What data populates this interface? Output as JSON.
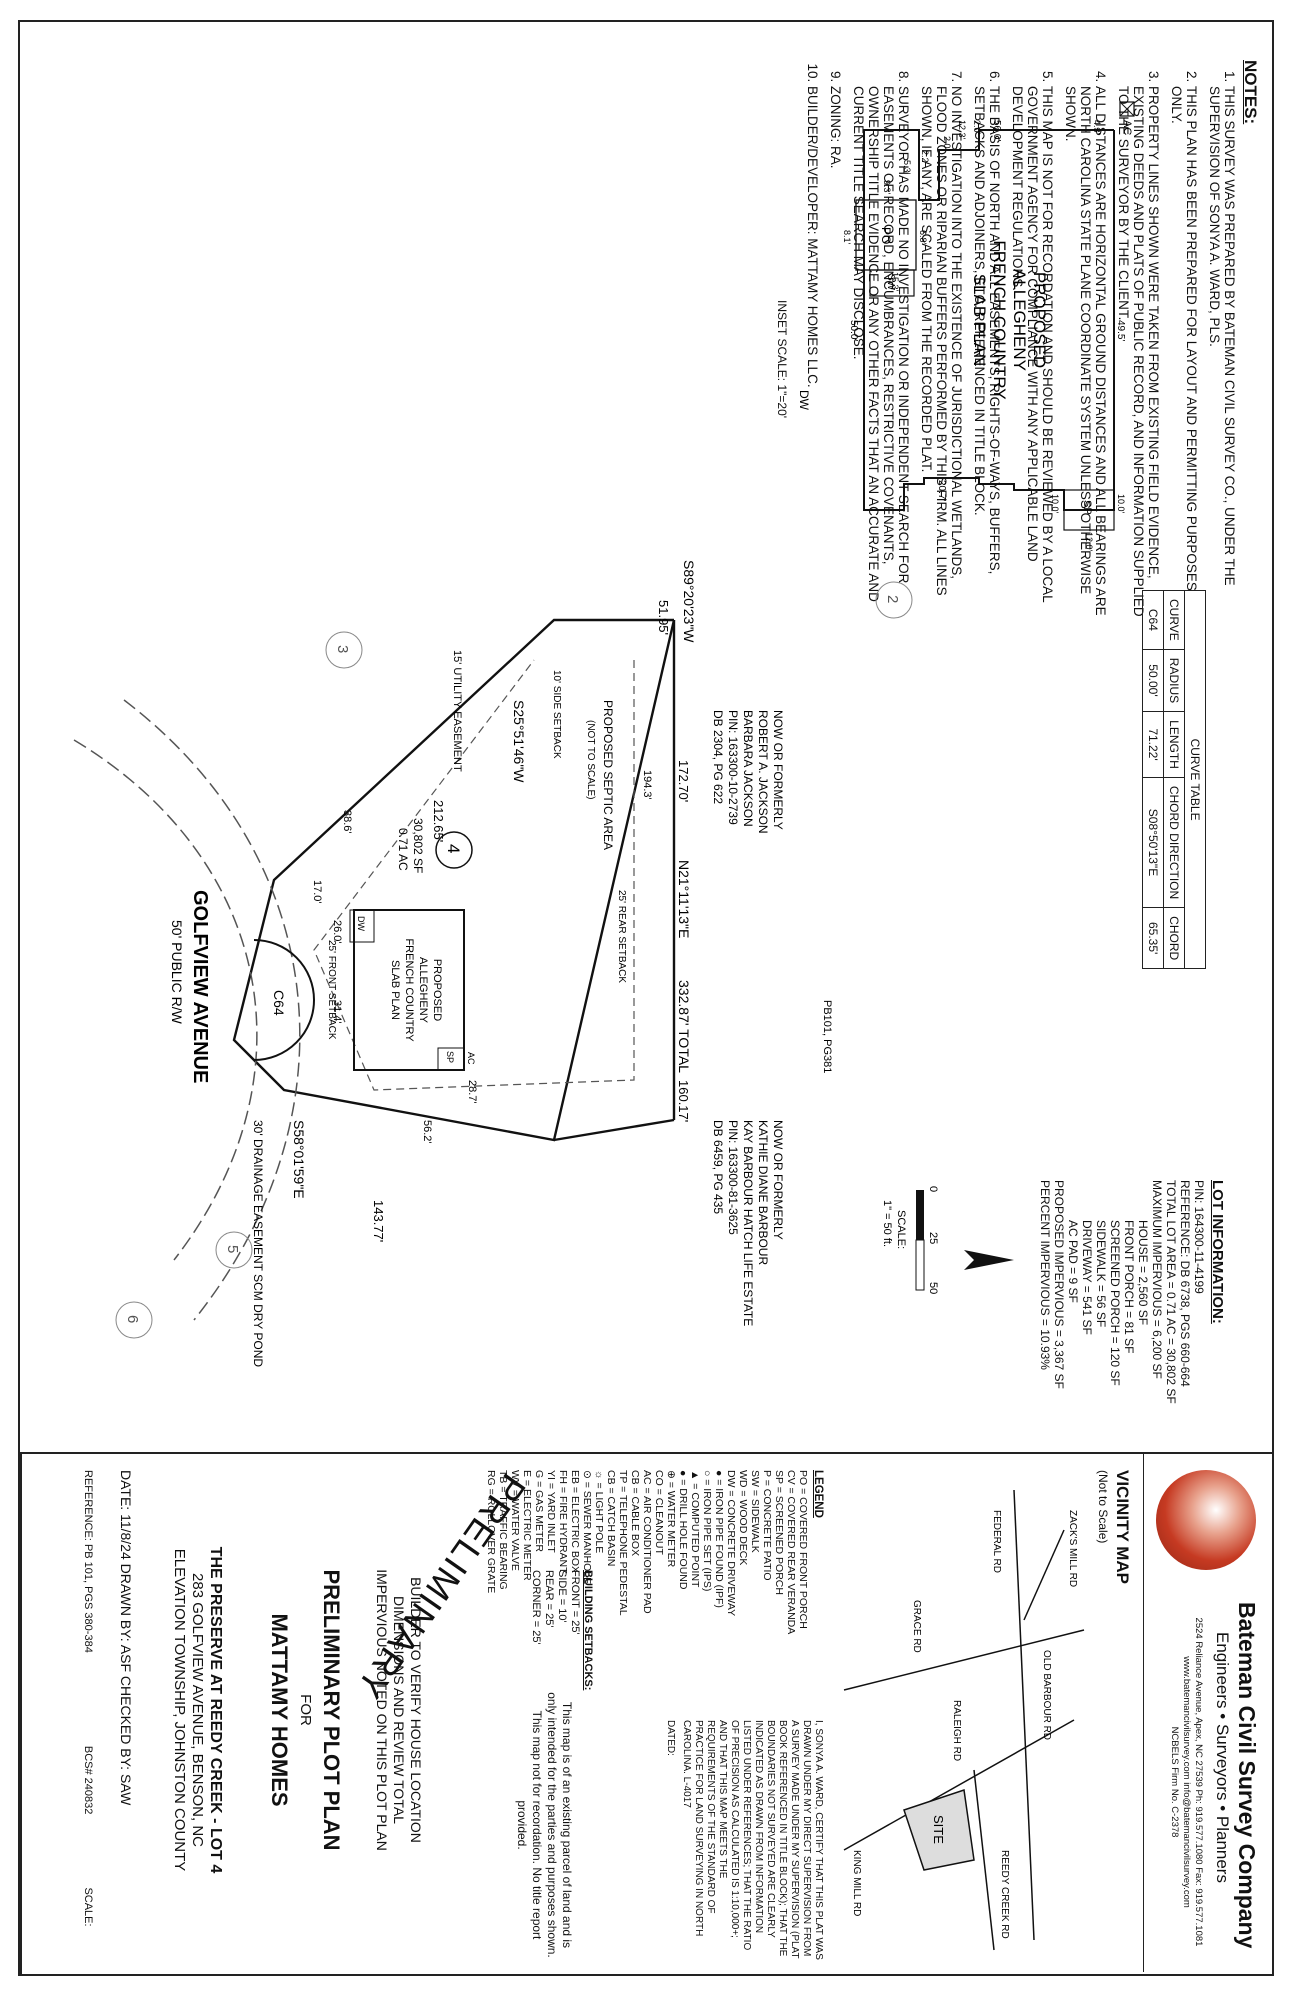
{
  "notes": {
    "title": "NOTES:",
    "items": [
      "THIS SURVEY WAS PREPARED BY BATEMAN CIVIL SURVEY CO., UNDER THE SUPERVISION OF SONYA A. WARD, PLS.",
      "THIS PLAN HAS BEEN PREPARED FOR LAYOUT AND PERMITTING PURPOSES ONLY.",
      "PROPERTY LINES SHOWN WERE TAKEN FROM EXISTING FIELD EVIDENCE, EXISTING DEEDS AND PLATS OF PUBLIC RECORD, AND INFORMATION SUPPLIED TO THE SURVEYOR BY THE CLIENT.",
      "ALL DISTANCES ARE HORIZONTAL GROUND DISTANCES AND ALL BEARINGS ARE NORTH CAROLINA STATE PLANE COORDINATE SYSTEM UNLESS OTHERWISE SHOWN.",
      "THIS MAP IS NOT FOR RECORDATION AND SHOULD BE REVIEWED BY A LOCAL GOVERNMENT AGENCY FOR COMPLIANCE WITH ANY APPLICABLE LAND DEVELOPMENT REGULATIONS.",
      "THE BASIS OF NORTH AND ALL EASEMENTS, RIGHTS-OF-WAYS, BUFFERS, SETBACKS AND ADJOINERS, ETC. REFERENCED IN TITLE BLOCK.",
      "NO INVESTIGATION INTO THE EXISTENCE OF JURISDICTIONAL WETLANDS, FLOOD ZONES OR RIPARIAN BUFFERS PERFORMED BY THIS FIRM. ALL LINES SHOWN, IF ANY, ARE SCALED FROM THE RECORDED PLAT.",
      "SURVEYOR HAS MADE NO INVESTIGATION OR INDEPENDENT SEARCH FOR EASEMENTS OF RECORD, ENCUMBRANCES, RESTRICTIVE COVENANTS, OWNERSHIP TITLE EVIDENCE OR ANY OTHER FACTS THAT AN ACCURATE AND CURRENT TITLE SEARCH MAY DISCLOSE.",
      "ZONING: RA.",
      "BUILDER/DEVELOPER: MATTAMY HOMES LLC."
    ]
  },
  "inset": {
    "title_lines": [
      "PROPOSED",
      "ALLEGHENY",
      "FRENCH COUNTRY",
      "SLAB PLAN"
    ],
    "scale": "INSET SCALE: 1\"=20'",
    "labels": {
      "ac": "AC",
      "po": "PO",
      "sw": "SW",
      "dw": "DW",
      "sp": "SP"
    },
    "dims": {
      "d56": "56.0'",
      "d495": "49.5'",
      "d50": "50.0'",
      "d207": "20.7'",
      "d153": "15.3'",
      "d68": "6.8'",
      "d81": "8.1'",
      "d93": "9.3'",
      "d53": "5.3'",
      "d22": "2.2'",
      "d20a": "2.0'",
      "d123": "12.3'",
      "d20b": "2.0'",
      "d43": "4.3'",
      "d10a": "10.0'",
      "d12": "12.0'",
      "d10b": "10.0'"
    }
  },
  "curve_table": {
    "title": "CURVE TABLE",
    "headers": [
      "CURVE",
      "RADIUS",
      "LENGTH",
      "CHORD DIRECTION",
      "CHORD"
    ],
    "rows": [
      [
        "C64",
        "50.00'",
        "71.22'",
        "S08°50'13\"E",
        "65.35'"
      ]
    ]
  },
  "lot_info": {
    "title": "LOT INFORMATION:",
    "lines": [
      "PIN: 164300-11-4199",
      "REFERENCE: DB 6738, PGS 660-664",
      "TOTAL LOT AREA = 0.71 AC = 30,802 SF",
      "MAXIMUM IMPERVIOUS = 6,200 SF",
      "HOUSE = 2,560 SF",
      "FRONT PORCH = 81 SF",
      "SCREENED PORCH = 120 SF",
      "SIDEWALK = 56 SF",
      "DRIVEWAY = 541 SF",
      "AC PAD = 9 SF",
      "PROPOSED IMPERVIOUS = 3,367 SF",
      "PERCENT IMPERVIOUS = 10.93%"
    ]
  },
  "plat": {
    "adj_west": [
      "NOW OR FORMERLY",
      "ROBERT A. JACKSON",
      "BARBARA JACKSON",
      "PIN: 163300-10-2739",
      "DB 2304, PG 622"
    ],
    "adj_east": [
      "NOW OR FORMERLY",
      "KATHIE DIANE BARBOUR",
      "KAY BARBOUR HATCH LIFE ESTATE",
      "PIN: 163300-81-3625",
      "DB 6459, PG 435"
    ],
    "pb_ref": "PB101, PG381",
    "scale_label": "SCALE:",
    "scale_value": "1\" = 50 ft.",
    "scale_ticks": [
      "0",
      "25",
      "50"
    ],
    "bearing_north": "N21°11'13\"E",
    "dist_north_a": "172.70'",
    "dist_north_total": "332.87' TOTAL",
    "dist_north_b": "160.17'",
    "bearing_nw": "S89°20'23\"W",
    "dist_nw": "51.95'",
    "bearing_sw": "S25°51'46\"W",
    "dist_sw": "212.65'",
    "bearing_se": "S58°01'59\"E",
    "dist_se": "143.77'",
    "curve_label": "C64",
    "lot_no": "4",
    "lot_area_sf": "30,802 SF",
    "lot_area_ac": "0.71 AC",
    "house_lines": [
      "PROPOSED",
      "ALLEGHENY",
      "FRENCH COUNTRY",
      "SLAB PLAN"
    ],
    "septic": "PROPOSED SEPTIC AREA",
    "not_to_scale": "(NOT TO SCALE)",
    "rear_setback": "25' REAR SETBACK",
    "side_setback": "10' SIDE SETBACK",
    "front_setback": "25' FRONT SETBACK",
    "utility_easement": "15' UTILITY EASEMENT",
    "drainage_easement": "30' DRAINAGE EASEMENT SCM DRY POND",
    "d1943": "194.3'",
    "d386": "38.6'",
    "d170": "17.0'",
    "d260": "26.0'",
    "d314": "31.4'",
    "d287": "28.7'",
    "d562": "56.2'",
    "ac": "AC",
    "sp": "SP",
    "dw": "DW",
    "street": "GOLFVIEW AVENUE",
    "street_rw": "50' PUBLIC R/W",
    "lots": [
      "2",
      "3",
      "5",
      "6"
    ]
  },
  "company": {
    "name": "Bateman Civil Survey Company",
    "sub": "Engineers • Surveyors • Planners",
    "addr1": "2524 Reliance Avenue, Apex, NC 27539 Ph: 919.577.1080 Fax: 919.577.1081",
    "addr2": "www.batemancivilsurvey.com info@batemancivilsurvey.com",
    "addr3": "NCBELS Firm No. C-2378"
  },
  "vicinity": {
    "title": "VICINITY MAP",
    "sub": "(Not to Scale)",
    "roads": [
      "ZACK'S MILL RD",
      "FEDERAL RD",
      "OLD BARBOUR RD",
      "GRACE RD",
      "RALEIGH RD",
      "KING MILL RD",
      "REEDY CREEK RD"
    ],
    "site": "SITE"
  },
  "legend": {
    "title": "LEGEND",
    "items": [
      "PO = COVERED FRONT PORCH",
      "CV = COVERED REAR VERANDA",
      "SP = SCREENED PORCH",
      "P = CONCRETE PATIO",
      "SW = SIDEWALK",
      "WD = WOOD DECK",
      "DW = CONCRETE DRIVEWAY",
      "● = IRON PIPE FOUND (IPF)",
      "○ = IRON PIPE SET (IPS)",
      "▲ = COMPUTED POINT",
      "● = DRILL HOLE FOUND",
      "⊕ = WATER METER",
      "CO = CLEANOUT",
      "AC = AIR CONDITIONER PAD",
      "CB = CABLE BOX",
      "TP = TELEPHONE PEDESTAL",
      "CB = CATCH BASIN",
      "☼ = LIGHT POLE",
      "⊙ = SEWER MANHOLE",
      "EB = ELECTRIC BOX",
      "FH = FIRE HYDRANT",
      "YI = YARD INLET",
      "G = GAS METER",
      "E = ELECTRIC METER",
      "WV = WATER VALVE",
      "TB = TRAFFIC BEARING",
      "RG = ROLLOVER GRATE"
    ]
  },
  "certification": "I, SONYA A. WARD, CERTIFY THAT THIS PLAT WAS DRAWN UNDER MY DIRECT SUPERVISION FROM A SURVEY MADE UNDER MY SUPERVISION (PLAT BOOK REFERENCED IN TITLE BLOCK); THAT THE BOUNDARIES NOT SURVEYED ARE CLEARLY INDICATED AS DRAWN FROM INFORMATION LISTED UNDER REFERENCES; THAT THE RATIO OF PRECISION AS CALCULATED IS 1:10,000+; AND THAT THIS MAP MEETS THE REQUIREMENTS OF THE STANDARD OF PRACTICE FOR LAND SURVEYING IN NORTH CAROLINA. L-4017",
  "cert_dated": "DATED:",
  "setbacks": {
    "title": "BUILDING SETBACKS:",
    "items": [
      "FRONT = 25'",
      "SIDE = 10'",
      "REAR = 25'",
      "CORNER = 25'"
    ]
  },
  "disclaimer": "This map is of an existing parcel of land and is only intended for the parties and purposes shown. This map not for recordation. No title report provided.",
  "preliminary_stamp": "PRELIMINARY",
  "builder_note": [
    "BUILDER TO VERIFY HOUSE LOCATION",
    "DIMENSIONS AND REVIEW TOTAL",
    "IMPERVIOUS NOTED ON THIS PLOT PLAN"
  ],
  "plan_title": [
    "PRELIMINARY PLOT PLAN",
    "FOR",
    "MATTAMY HOMES"
  ],
  "project": [
    "THE PRESERVE AT REEDY CREEK - LOT 4",
    "283 GOLFVIEW AVENUE, BENSON, NC",
    "ELEVATION TOWNSHIP, JOHNSTON COUNTY"
  ],
  "date_line": "DATE: 11/8/24   DRAWN BY: ASF   CHECKED BY: SAW",
  "ref_line": "REFERENCE: PB 101, PGS 380-384",
  "job_no": "BCS# 240832",
  "scale_note": "SCALE:"
}
